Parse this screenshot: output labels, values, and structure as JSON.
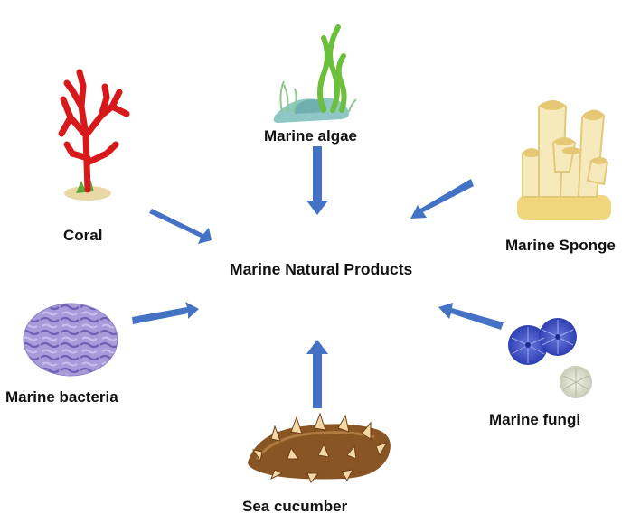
{
  "center": {
    "label": "Marine Natural Products"
  },
  "sources": [
    {
      "key": "coral",
      "label": "Coral",
      "icon": "coral-icon"
    },
    {
      "key": "algae",
      "label": "Marine algae",
      "icon": "seaweed-icon"
    },
    {
      "key": "sponge",
      "label": "Marine Sponge",
      "icon": "sponge-icon"
    },
    {
      "key": "bacteria",
      "label": "Marine bacteria",
      "icon": "bacteria-icon"
    },
    {
      "key": "cucumber",
      "label": "Sea cucumber",
      "icon": "sea-cucumber-icon"
    },
    {
      "key": "fungi",
      "label": "Marine fungi",
      "icon": "fungi-icon"
    }
  ],
  "colors": {
    "arrow": "#4472C4",
    "coral": "#D7191C",
    "algae": "#6BBF3B",
    "sponge": "#F3E2A6",
    "bacteria": "#9B8FD0",
    "cucumber": "#8A5524",
    "fungi": "#3A4FC0"
  }
}
